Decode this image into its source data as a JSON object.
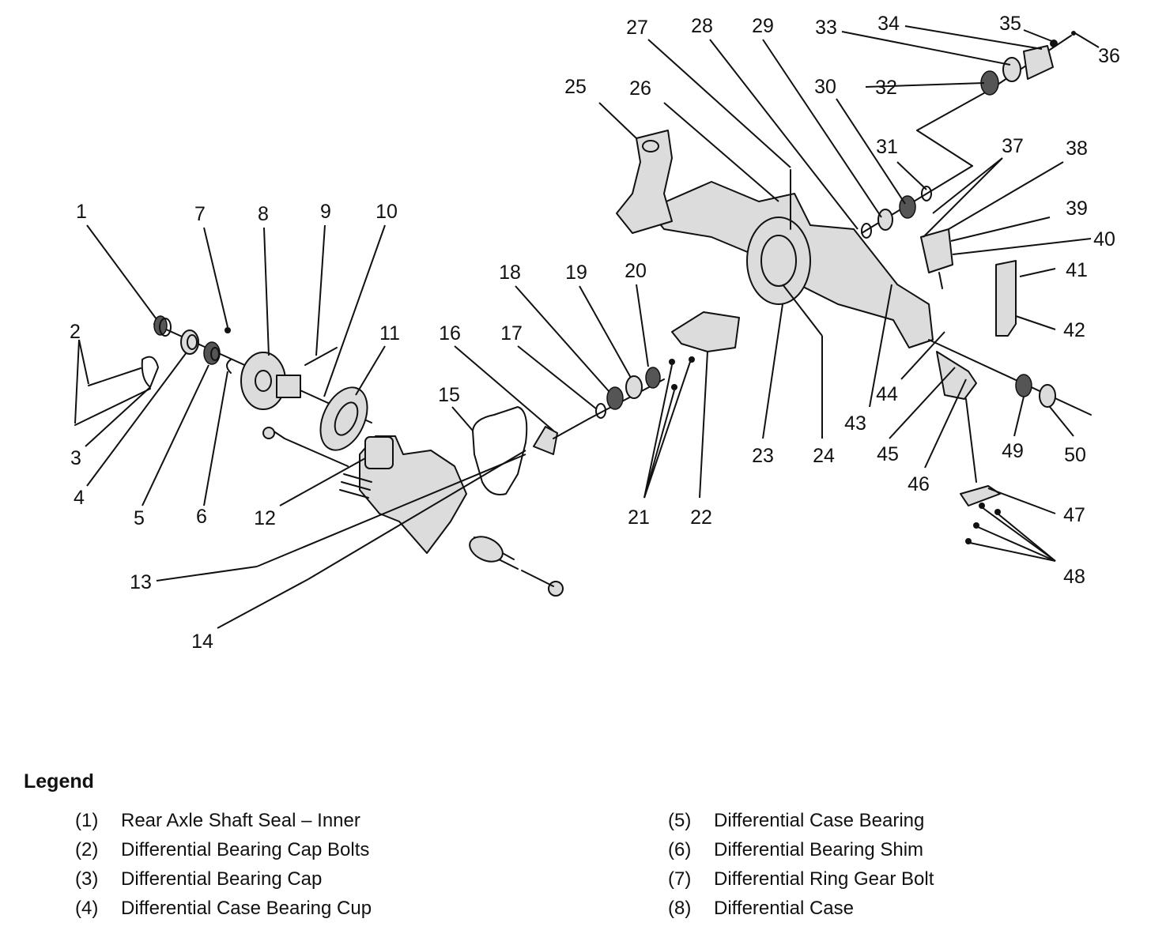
{
  "labels": [
    "1",
    "2",
    "3",
    "4",
    "5",
    "6",
    "7",
    "8",
    "9",
    "10",
    "11",
    "12",
    "13",
    "14",
    "15",
    "16",
    "17",
    "18",
    "19",
    "20",
    "21",
    "22",
    "23",
    "24",
    "25",
    "26",
    "27",
    "28",
    "29",
    "30",
    "31",
    "32",
    "33",
    "34",
    "35",
    "36",
    "37",
    "38",
    "39",
    "40",
    "41",
    "42",
    "43",
    "44",
    "45",
    "46",
    "47",
    "48",
    "49",
    "50"
  ],
  "legend": {
    "title": "Legend",
    "left": [
      {
        "num": "(1)",
        "text": "Rear Axle Shaft Seal – Inner"
      },
      {
        "num": "(2)",
        "text": "Differential Bearing Cap Bolts"
      },
      {
        "num": "(3)",
        "text": "Differential Bearing Cap"
      },
      {
        "num": "(4)",
        "text": "Differential Case Bearing Cup"
      }
    ],
    "right": [
      {
        "num": "(5)",
        "text": "Differential Case Bearing"
      },
      {
        "num": "(6)",
        "text": "Differential Bearing Shim"
      },
      {
        "num": "(7)",
        "text": "Differential Ring Gear Bolt"
      },
      {
        "num": "(8)",
        "text": "Differential Case"
      }
    ]
  }
}
